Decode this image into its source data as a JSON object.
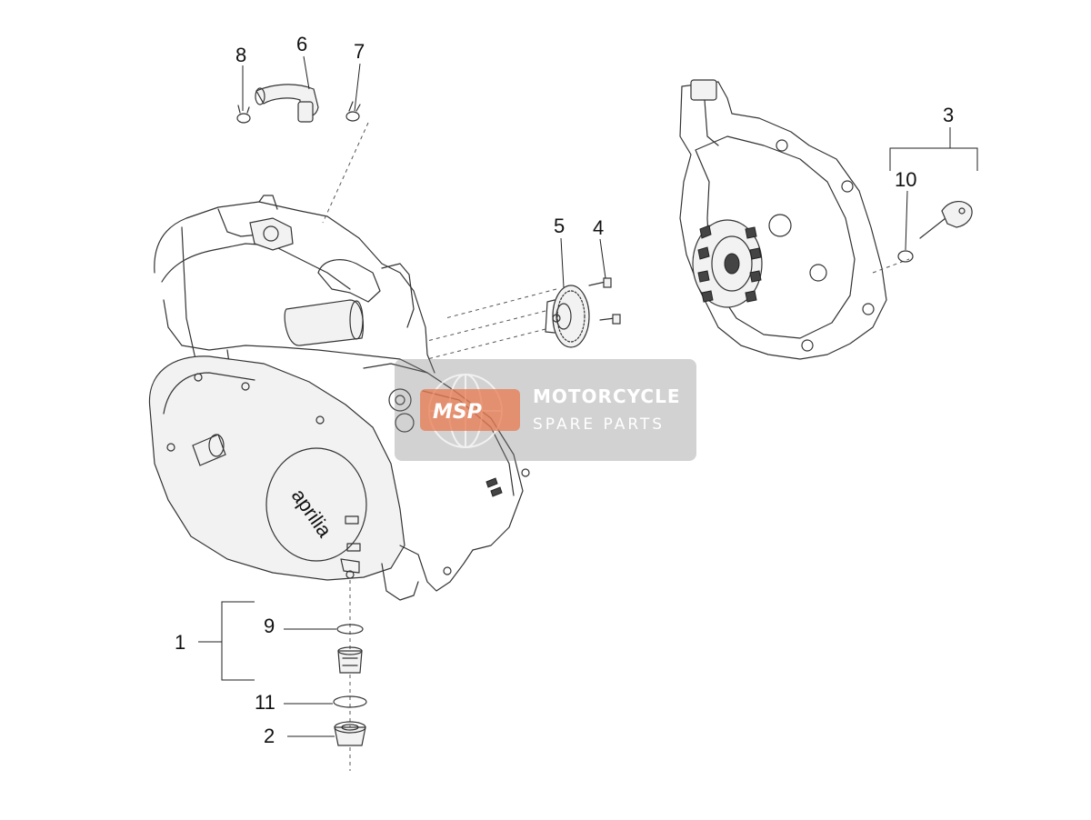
{
  "diagram": {
    "callouts": {
      "c1": "1",
      "c2": "2",
      "c3": "3",
      "c4": "4",
      "c5": "5",
      "c6": "6",
      "c7": "7",
      "c8": "8",
      "c9": "9",
      "c10": "10",
      "c11": "11"
    },
    "engine_cover_mark": "aprilia"
  },
  "watermark": {
    "badge": "MSP",
    "title": "MOTORCYCLE",
    "subtitle": "SPARE PARTS",
    "badge_color": "#e87a4f",
    "box_color": "#7f7f7f"
  }
}
